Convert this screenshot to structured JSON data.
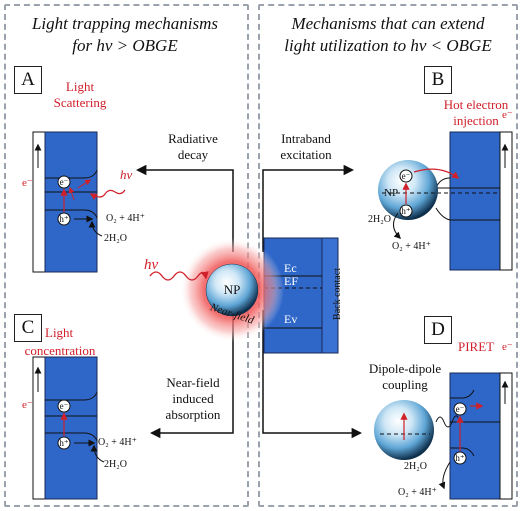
{
  "left_panel": {
    "title_line1": "Light trapping mechanisms",
    "title_line2": "for hν > OBGE"
  },
  "right_panel": {
    "title_line1": "Mechanisms that can extend",
    "title_line2": "light utilization to hν < OBGE"
  },
  "center": {
    "hv": "hν",
    "np_label": "NP",
    "near_field": "Near-field",
    "ec": "Ec",
    "ef": "EF",
    "ev": "Ev",
    "back_contact": "Back contact",
    "radiative_decay_1": "Radiative",
    "radiative_decay_2": "decay",
    "intraband_1": "Intraband",
    "intraband_2": "excitation",
    "nearfield_abs_1": "Near-field",
    "nearfield_abs_2": "induced",
    "nearfield_abs_3": "absorption"
  },
  "panel_a": {
    "letter": "A",
    "label1": "Light",
    "label2": "Scattering",
    "electron": "e⁻",
    "hole": "h⁺",
    "e_out": "e⁻",
    "hv": "hν",
    "oxygen": "O₂ + 4H⁺",
    "water": "2H₂O"
  },
  "panel_b": {
    "letter": "B",
    "label1": "Hot electron",
    "label2": "injection",
    "electron": "e⁻",
    "hole": "h⁺",
    "np": "NP",
    "e_out": "e⁻",
    "water": "2H₂O",
    "oxygen": "O₂ + 4H⁺"
  },
  "panel_c": {
    "letter": "C",
    "label1": "Light",
    "label2": "concentration",
    "electron": "e⁻",
    "hole": "h⁺",
    "e_out": "e⁻",
    "oxygen": "O₂ + 4H⁺",
    "water": "2H₂O"
  },
  "panel_d": {
    "letter": "D",
    "label": "PIRET",
    "coupling1": "Dipole-dipole",
    "coupling2": "coupling",
    "electron": "e⁻",
    "hole": "h⁺",
    "e_out": "e⁻",
    "water": "2H₂O",
    "oxygen": "O₂ + 4H⁺"
  },
  "colors": {
    "semiconductor": "#2f67c9",
    "semiconductor_edge": "#1a2a55",
    "red": "#d0202a",
    "panel_border": "#9aa3ad"
  }
}
